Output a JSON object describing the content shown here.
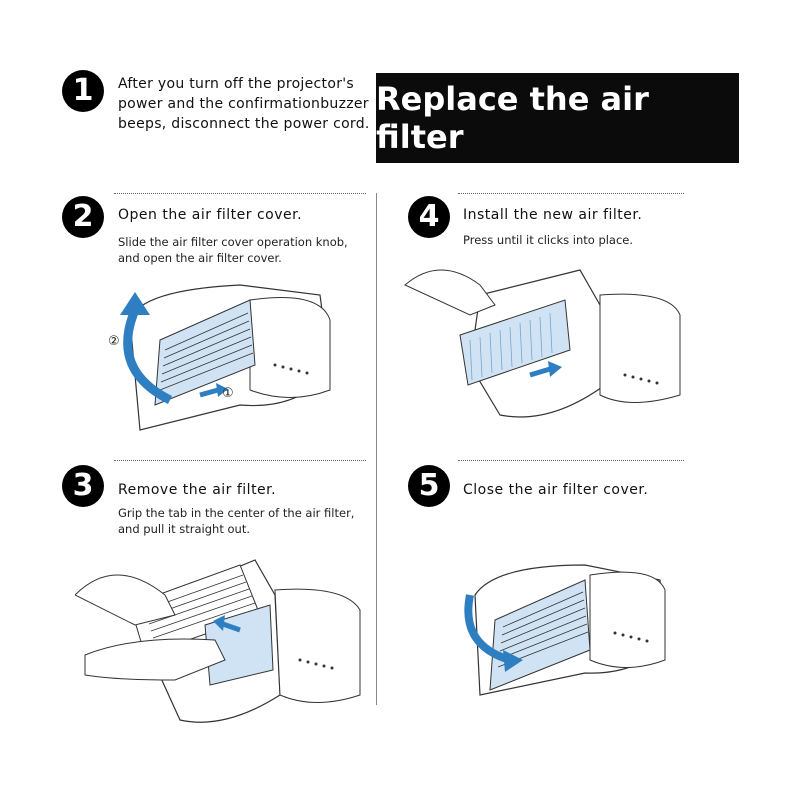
{
  "title": "Replace the air filter",
  "steps": [
    {
      "number": "1",
      "text": "After you turn off the projector's power and the confirmationbuzzer beeps, disconnect the power cord."
    },
    {
      "number": "2",
      "title": "Open the air filter cover.",
      "subtitle": "Slide the air filter cover operation knob, and open the air filter cover.",
      "marker_a": "②",
      "marker_b": "①"
    },
    {
      "number": "3",
      "title": "Remove the air filter.",
      "subtitle": "Grip the tab in the center of the air filter, and pull it straight out."
    },
    {
      "number": "4",
      "title": "Install the new air filter.",
      "subtitle": "Press until it clicks into place."
    },
    {
      "number": "5",
      "title": "Close the air filter cover."
    }
  ],
  "colors": {
    "filter_blue": "#cfe3f4",
    "arrow_blue": "#2d7fc1",
    "title_bg": "#0b0b0b"
  }
}
